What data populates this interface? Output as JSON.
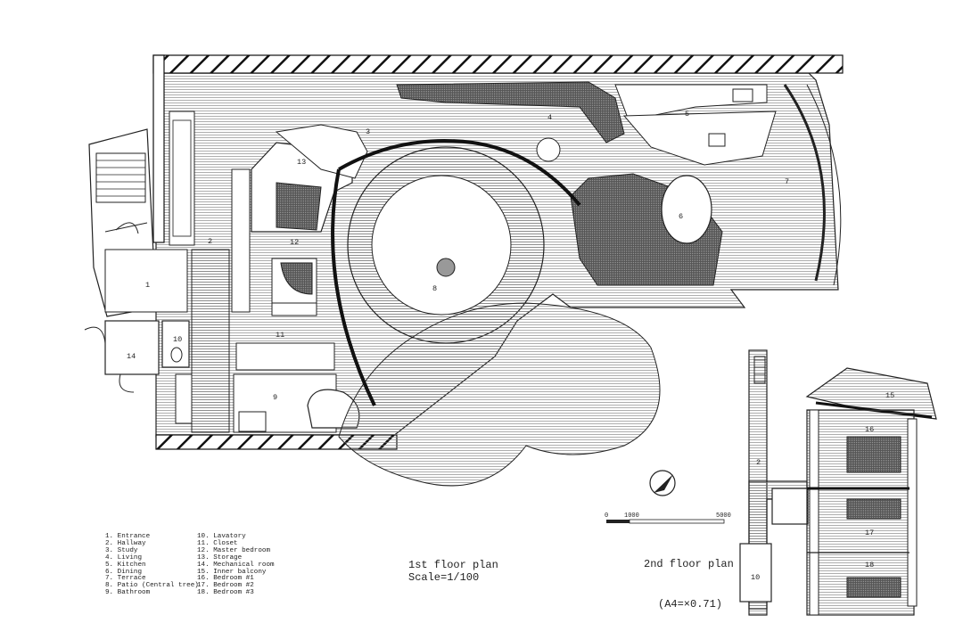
{
  "legend": [
    "1. Entrance",
    "2. Hallway",
    "3. Study",
    "4. Living",
    "5. Kitchen",
    "6. Dining",
    "7. Terrace",
    "8. Patio (Central tree)",
    "9. Bathroom",
    "10. Lavatory",
    "11. Closet",
    "12. Master bedroom",
    "13. Storage",
    "14. Mechanical room",
    "15. Inner balcony",
    "16. Bedroom #1",
    "17. Bedroom #2",
    "18. Bedroom #3"
  ],
  "plans": {
    "first": {
      "title": "1st floor plan",
      "scale": "Scale=1/100"
    },
    "second": {
      "title": "2nd floor plan"
    }
  },
  "paper_note": "(A4=×0.71)",
  "scale_bar": {
    "start": "0",
    "mid": "1000",
    "end": "5000"
  },
  "room_numbers_first": [
    "1",
    "2",
    "3",
    "4",
    "5",
    "6",
    "7",
    "8",
    "9",
    "10",
    "11",
    "12",
    "13",
    "14"
  ],
  "room_numbers_second": [
    "2",
    "10",
    "15",
    "16",
    "17",
    "18"
  ]
}
